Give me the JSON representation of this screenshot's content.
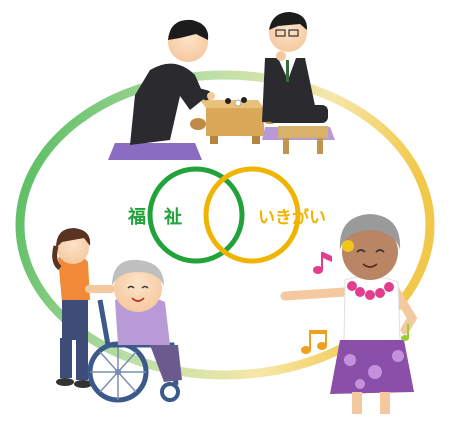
{
  "venn": {
    "left_label": "福　祉",
    "right_label": "いきがい"
  },
  "colors": {
    "green": "#22a23a",
    "yellow": "#f0b400",
    "ring_green": "#5cbf5c",
    "ring_yellow": "#f4d06a"
  },
  "illustrations": [
    "go-game-players",
    "caregiver-with-wheelchair-elder",
    "hula-dancing-grandmother"
  ]
}
